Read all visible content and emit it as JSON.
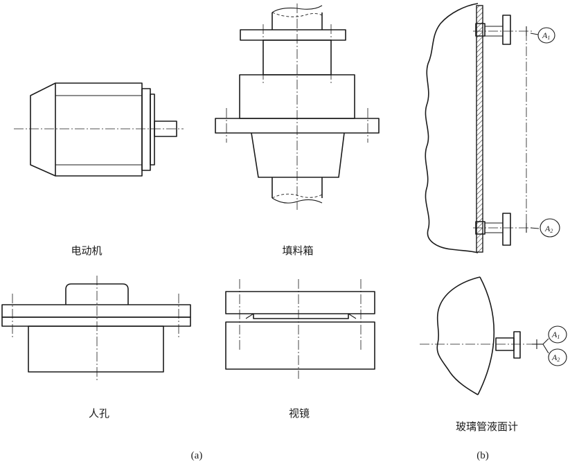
{
  "labels": {
    "motor": "电动机",
    "stuffing_box": "填料箱",
    "manhole": "人孔",
    "sight_glass": "视镜",
    "level_gauge": "玻璃管液面计",
    "part_a": "(a)",
    "part_b": "(b)"
  },
  "markers": {
    "a_letter": "A",
    "a1_sub": "1",
    "a2_sub": "2"
  }
}
